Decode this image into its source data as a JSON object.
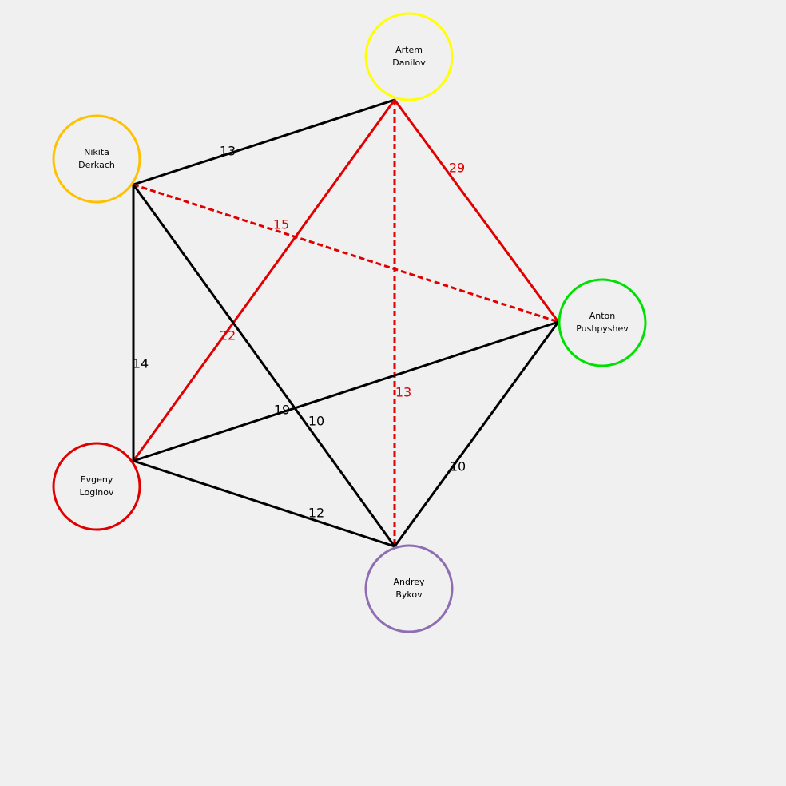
{
  "graph": {
    "nodes": [
      {
        "id": "artem",
        "first": "Artem",
        "last": "Danilov",
        "color": "#ffff00"
      },
      {
        "id": "nikita",
        "first": "Nikita",
        "last": "Derkach",
        "color": "#ffc000"
      },
      {
        "id": "anton",
        "first": "Anton",
        "last": "Pushpyshev",
        "color": "#00e000"
      },
      {
        "id": "evgeny",
        "first": "Evgeny",
        "last": "Loginov",
        "color": "#e00000"
      },
      {
        "id": "andrey",
        "first": "Andrey",
        "last": "Bykov",
        "color": "#8e6db0"
      }
    ],
    "edges": [
      {
        "from": "nikita",
        "to": "artem",
        "weight": "13",
        "color": "#000000",
        "style": "solid"
      },
      {
        "from": "artem",
        "to": "anton",
        "weight": "29",
        "color": "#e00000",
        "style": "solid"
      },
      {
        "from": "artem",
        "to": "evgeny",
        "weight": "22",
        "color": "#e00000",
        "style": "solid"
      },
      {
        "from": "artem",
        "to": "andrey",
        "weight": "13",
        "color": "#e00000",
        "style": "dashed"
      },
      {
        "from": "nikita",
        "to": "anton",
        "weight": "15",
        "color": "#e00000",
        "style": "dashed"
      },
      {
        "from": "nikita",
        "to": "evgeny",
        "weight": "14",
        "color": "#000000",
        "style": "solid"
      },
      {
        "from": "nikita",
        "to": "andrey",
        "weight": "10",
        "color": "#000000",
        "style": "solid"
      },
      {
        "from": "evgeny",
        "to": "anton",
        "weight": "19",
        "color": "#000000",
        "style": "solid"
      },
      {
        "from": "evgeny",
        "to": "andrey",
        "weight": "12",
        "color": "#000000",
        "style": "solid"
      },
      {
        "from": "andrey",
        "to": "anton",
        "weight": "10",
        "color": "#000000",
        "style": "solid"
      }
    ]
  }
}
